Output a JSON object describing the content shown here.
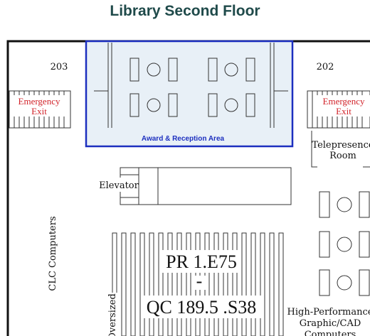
{
  "title": "Library Second Floor",
  "rooms": {
    "room_203": "203",
    "room_202": "202",
    "award_area": "Award & Reception Area",
    "elevator": "Elevator",
    "telepresence_line1": "Telepresence",
    "telepresence_line2": "Room",
    "clc_computers": "CLC Computers",
    "oversized": "Oversized",
    "hpc_line1": "High-Performance",
    "hpc_line2": "Graphic/CAD",
    "hpc_line3": "Computers"
  },
  "exits": {
    "left_line1": "Emergency",
    "left_line2": "Exit",
    "right_line1": "Emergency",
    "right_line2": "Exit"
  },
  "call_numbers": {
    "start": "PR 1.E75",
    "dash": "-",
    "end": "QC 189.5 .S38"
  },
  "colors": {
    "title": "#1f4a4a",
    "highlight_fill": "#e8f0f7",
    "highlight_border": "#1c2fbf",
    "exit_text": "#d2232a"
  }
}
